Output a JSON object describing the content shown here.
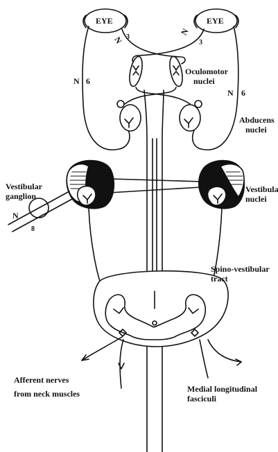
{
  "labels": {
    "eye_left": "EYE",
    "eye_right": "EYE",
    "oculomotor": [
      "Oculomotor",
      "nuclei"
    ],
    "abducens": [
      "Abducens",
      "nuclei"
    ],
    "vestibular_ganglion": [
      "Vestibular",
      "ganglion"
    ],
    "vestibular_nuclei": [
      "Vestibular",
      "nuclei"
    ],
    "spino_vestibular": [
      "Spino-vestibular",
      "tract"
    ],
    "afferent": [
      "Afferent nerves",
      "from neck muscles"
    ],
    "mlf": [
      "Medial longitudinal",
      "fasciculi"
    ],
    "nerves": {
      "n_left_top": "N",
      "three_left": "3",
      "n_right_top": "N",
      "three_right": "3",
      "n6_left_n": "N",
      "n6_left_num": "6",
      "n6_right_n": "N",
      "n6_right_num": "6",
      "n8_n": "N",
      "n8_num": "8"
    }
  },
  "colors": {
    "ink": "#111111",
    "background": "#ffffff"
  }
}
